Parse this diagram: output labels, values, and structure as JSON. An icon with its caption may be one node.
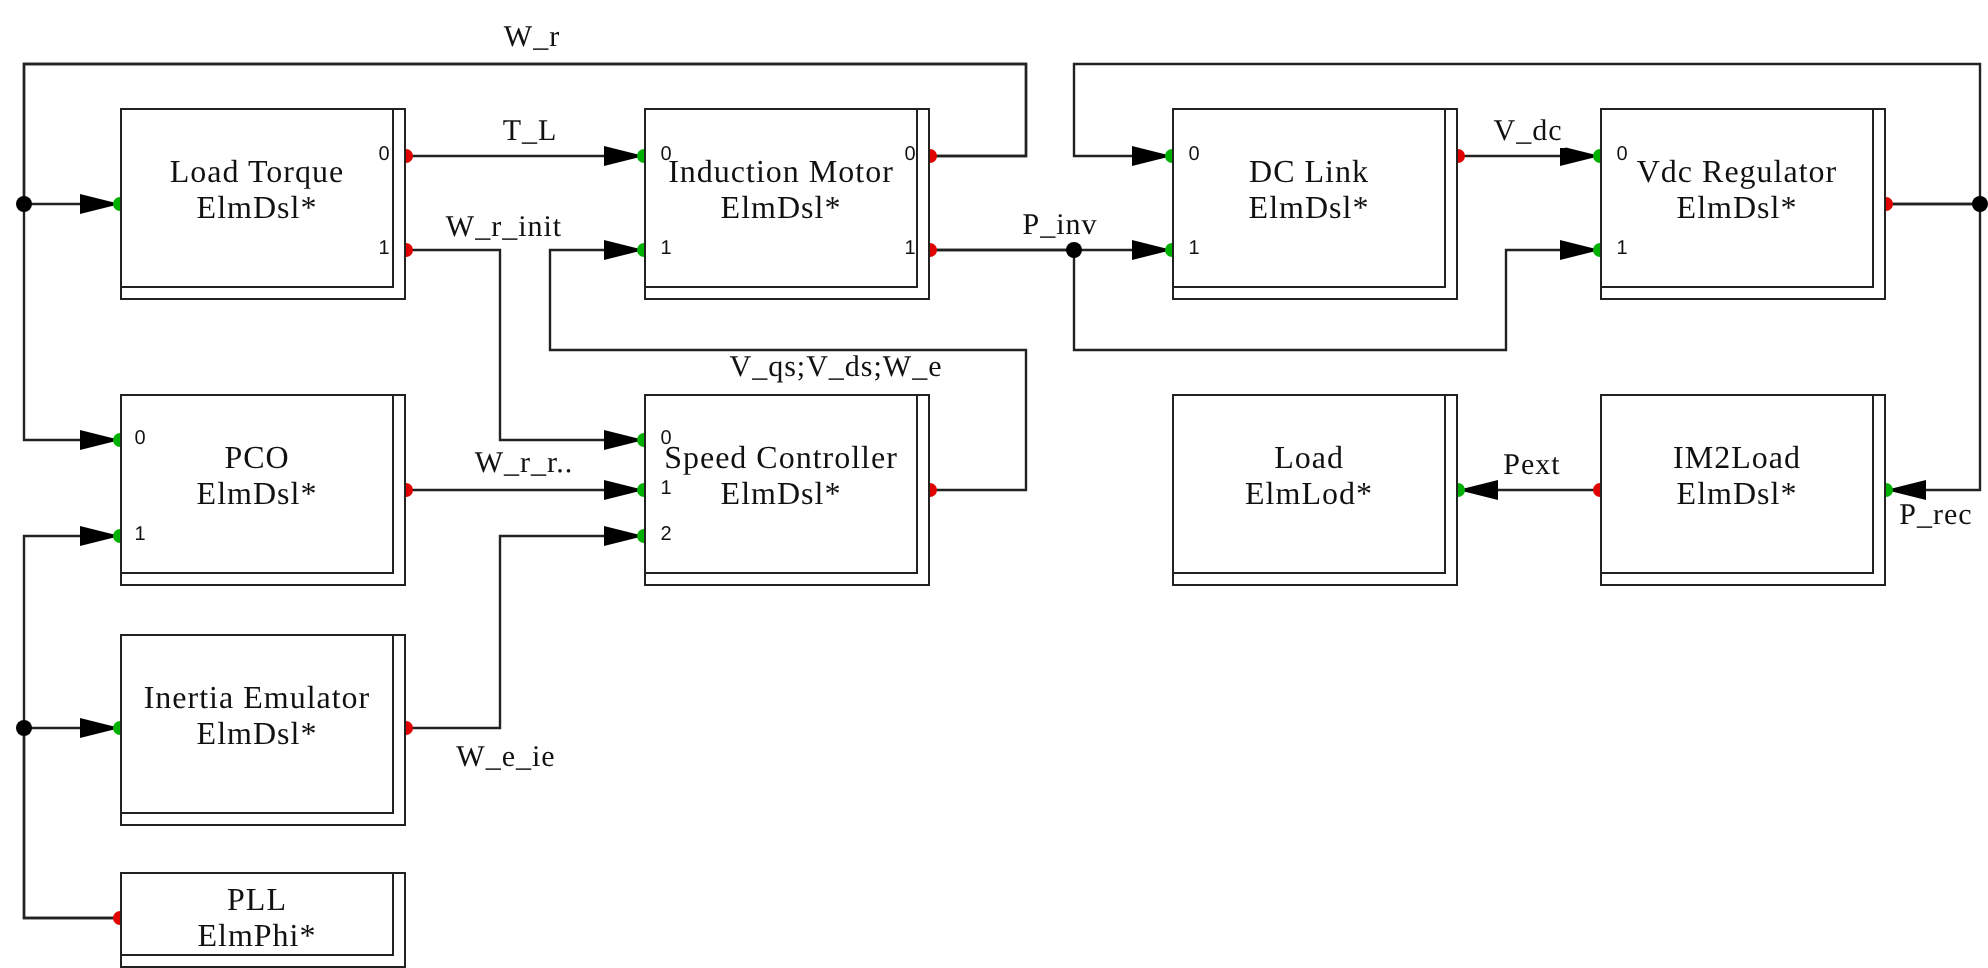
{
  "diagram": {
    "nodes": [
      {
        "text": [
          "Load Torque",
          "ElmDsl*"
        ]
      },
      {
        "text": [
          "Induction Motor",
          "ElmDsl*"
        ]
      },
      {
        "text": [
          "DC Link",
          "ElmDsl*"
        ]
      },
      {
        "text": [
          "Vdc Regulator",
          "ElmDsl*"
        ]
      },
      {
        "text": [
          "PCO",
          "ElmDsl*"
        ]
      },
      {
        "text": [
          "Speed Controller",
          "ElmDsl*"
        ]
      },
      {
        "text": [
          "Load",
          "ElmLod*"
        ]
      },
      {
        "text": [
          "IM2Load",
          "ElmDsl*"
        ]
      },
      {
        "text": [
          "Inertia Emulator",
          "ElmDsl*"
        ]
      },
      {
        "text": [
          "PLL",
          "ElmPhi*"
        ]
      }
    ],
    "edges": [
      {
        "from": 0,
        "to": 1,
        "arrow": "to",
        "label": "T_L"
      },
      {
        "from": 0,
        "to": 5,
        "arrow": "to",
        "label": "W_r_init"
      },
      {
        "from": 1,
        "to": 0,
        "arrow": "to",
        "label": "W_r"
      },
      {
        "from": 1,
        "to": 4,
        "arrow": "to"
      },
      {
        "from": 1,
        "to": 2,
        "arrow": "to",
        "label": "P_inv"
      },
      {
        "from": 1,
        "to": 3,
        "arrow": "to"
      },
      {
        "from": 5,
        "to": 1,
        "arrow": "to",
        "label": "V_qs;V_ds;W_e"
      },
      {
        "from": 4,
        "to": 5,
        "arrow": "to",
        "label": "W_r_r.."
      },
      {
        "from": 8,
        "to": 5,
        "arrow": "to",
        "label": "W_e_ie"
      },
      {
        "from": 9,
        "to": 4,
        "arrow": "to"
      },
      {
        "from": 9,
        "to": 8,
        "arrow": "to"
      },
      {
        "from": 2,
        "to": 3,
        "arrow": "to",
        "label": "V_dc"
      },
      {
        "from": 3,
        "to": 2,
        "arrow": "to"
      },
      {
        "from": 3,
        "to": 7,
        "arrow": "to",
        "label": "P_rec"
      },
      {
        "from": 7,
        "to": 6,
        "arrow": "to",
        "label": "Pext"
      }
    ],
    "labels": [
      "0",
      "0",
      "0",
      "0",
      "0",
      "1",
      "1",
      "1",
      "1",
      "1",
      "0",
      "0",
      "1",
      "1",
      "2"
    ]
  }
}
